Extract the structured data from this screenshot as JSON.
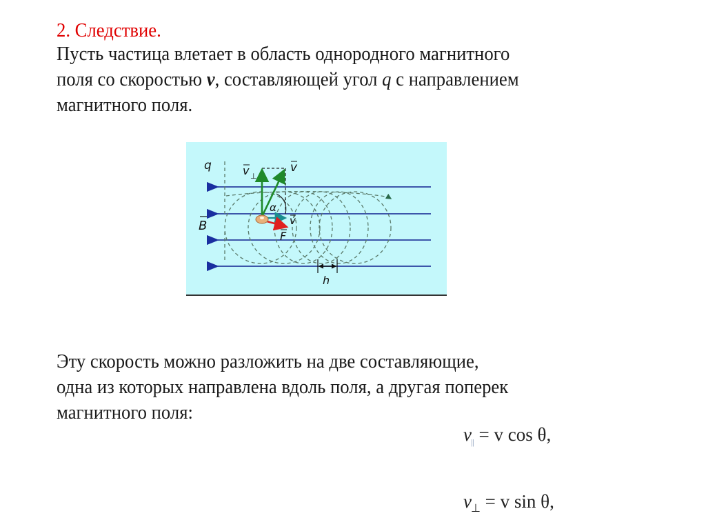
{
  "slide": {
    "heading": "2. Следствие.",
    "intro": {
      "line1": "Пусть частица влетает в область однородного магнитного",
      "line2_a": "поля со скоростью ",
      "line2_v": "v",
      "line2_b": ", составляющей угол ",
      "line2_q": "q",
      "line2_c": " с направлением",
      "line3": "магнитного поля."
    },
    "decomposition": {
      "line1": "Эту скорость можно разложить на  две составляющие,",
      "line2": "одна из которых направлена вдоль поля, а другая поперек",
      "line3": "магнитного поля:"
    },
    "formulas": [
      {
        "lhs": "v",
        "sub": "||",
        "rhs": " = v cos θ,"
      },
      {
        "lhs": "v",
        "sub": "⊥",
        "rhs": " = v sin θ,"
      }
    ]
  },
  "diagram": {
    "background": "#c4f8fb",
    "field_line_color": "#2a3f9f",
    "labels": {
      "charge": "q",
      "field": "B",
      "velocity": "v",
      "v_perp": "v",
      "v_perp_sub": "⊥",
      "v_par": "v",
      "force": "F",
      "angle": "α",
      "pitch": "h"
    },
    "colors": {
      "velocity_arrows": "#1f8a2a",
      "v_parallel": "#1a8f8f",
      "force": "#e02020",
      "helix": "#5a7a6a"
    }
  }
}
